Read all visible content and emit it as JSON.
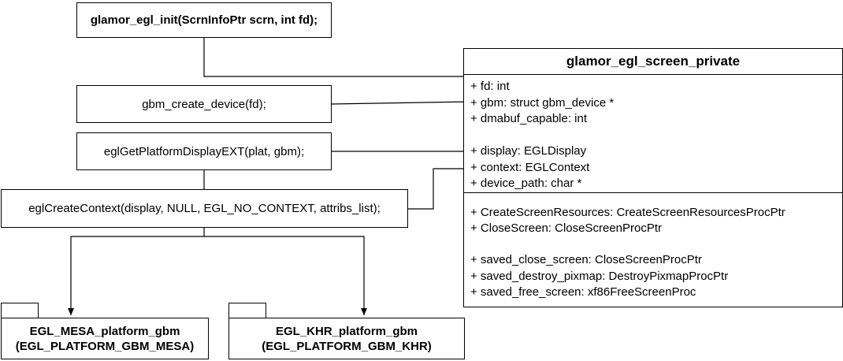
{
  "nodes": {
    "init": "glamor_egl_init(ScrnInfoPtr scrn, int fd);",
    "gbm": "gbm_create_device(fd);",
    "platform_display": "eglGetPlatformDisplayEXT(plat, gbm);",
    "create_context": "eglCreateContext(display, NULL, EGL_NO_CONTEXT, attribs_list);"
  },
  "class": {
    "title": "glamor_egl_screen_private",
    "fields": [
      "+ fd: int",
      "+ gbm: struct gbm_device *",
      "+ dmabuf_capable: int",
      "+ display: EGLDisplay",
      "+ context: EGLContext",
      "+ device_path: char *"
    ],
    "methods": [
      "+ CreateScreenResources: CreateScreenResourcesProcPtr",
      "+ CloseScreen: CloseScreenProcPtr",
      "+ saved_close_screen: CloseScreenProcPtr",
      "+ saved_destroy_pixmap: DestroyPixmapProcPtr",
      "+ saved_free_screen: xf86FreeScreenProc"
    ]
  },
  "packages": {
    "mesa": {
      "line1": "EGL_MESA_platform_gbm",
      "line2": "(EGL_PLATFORM_GBM_MESA)"
    },
    "khr": {
      "line1": "EGL_KHR_platform_gbm",
      "line2": "(EGL_PLATFORM_GBM_KHR)"
    }
  }
}
